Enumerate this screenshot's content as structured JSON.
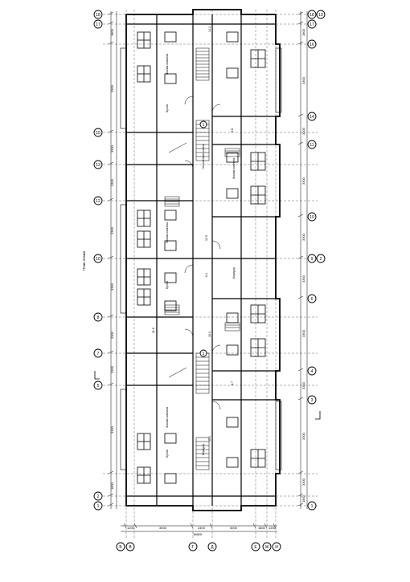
{
  "drawing": {
    "vertical_title": "План этажа",
    "left_axis_labels": [
      "18",
      "17",
      "15",
      "13",
      "12",
      "10",
      "8",
      "7",
      "5",
      "2",
      "1"
    ],
    "right_axis_labels": [
      "18",
      "17",
      "16",
      "14",
      "11",
      "10",
      "9",
      "6",
      "4",
      "3",
      "1"
    ],
    "right_extra_labels": [
      "19",
      "2"
    ],
    "bottom_axis_labels": [
      "Б",
      "В",
      "Г",
      "Д",
      "Е",
      "Ж",
      "И"
    ],
    "left_dims": [
      "1800",
      "3300",
      "3300",
      "3300",
      "3300",
      "3300",
      "3300",
      "3300",
      "3300",
      "1800"
    ],
    "right_dims": [
      "1800",
      "3300",
      "3300",
      "3300",
      "3300",
      "3300",
      "3300",
      "3300",
      "3300",
      "3300",
      "1800"
    ],
    "bottom_dims": [
      "1200",
      "3000",
      "2400",
      "3000",
      "1800",
      "1200"
    ],
    "bottom_total": "16800",
    "room_labels": [
      "Жилая комната",
      "Кухня",
      "Жилая комната",
      "Кухня",
      "Лестничная клетка",
      "Жилая комната",
      "Коридор",
      "Жилая комната",
      "Кухня",
      "Коридор"
    ],
    "small_marks": [
      "14.2",
      "9.8",
      "12.5",
      "6.4",
      "11.8",
      "10.3",
      "15.1",
      "8.7"
    ],
    "section_marks": [
      "1",
      "1"
    ]
  }
}
